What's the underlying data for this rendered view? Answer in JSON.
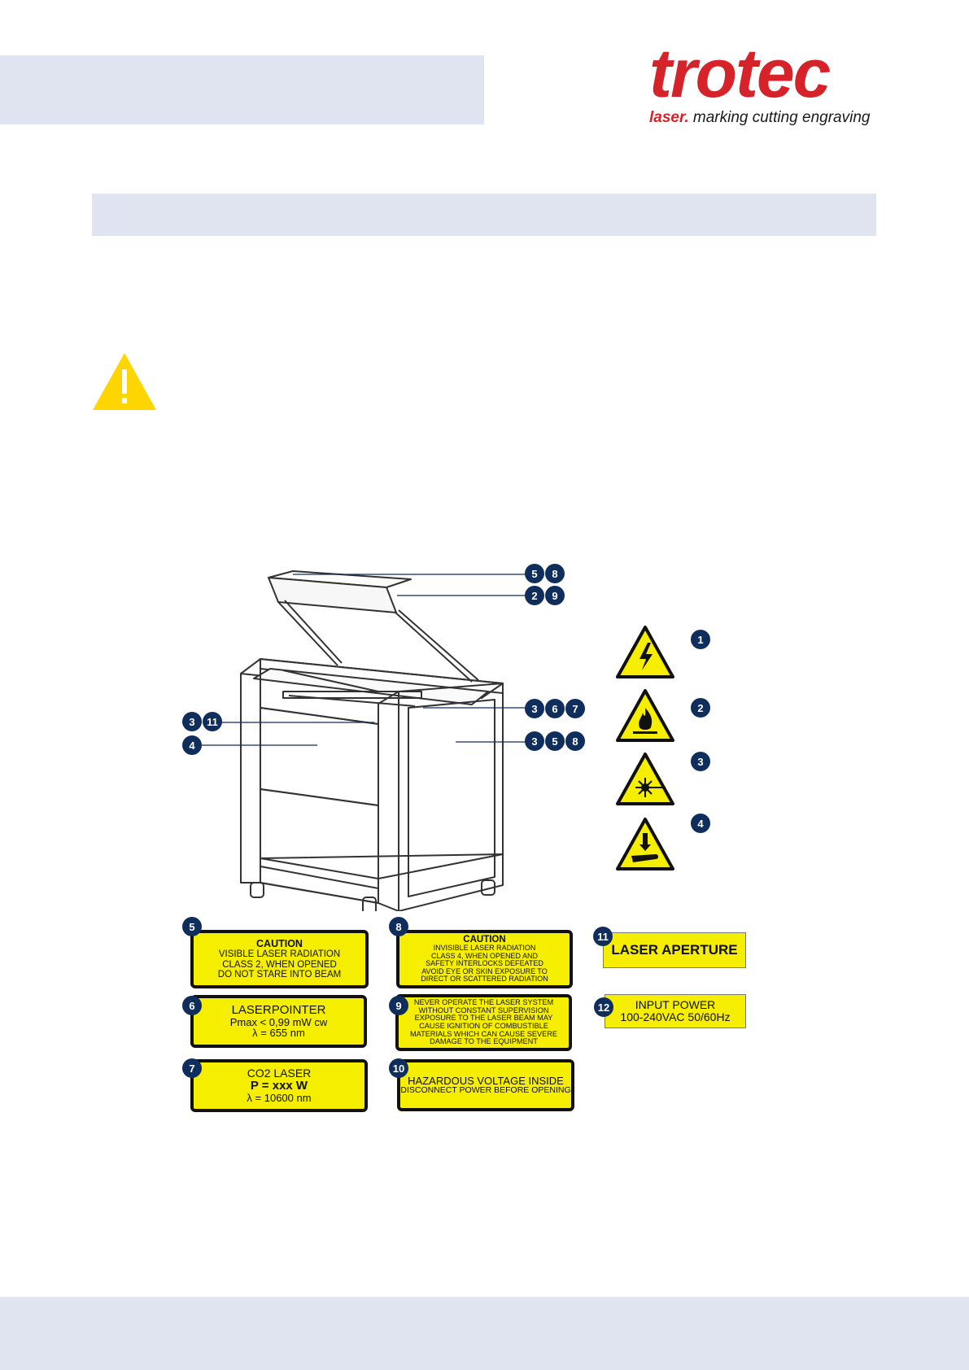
{
  "logo": {
    "word": "trotec",
    "tagline_brand": "laser.",
    "tagline_rest": " marking cutting engraving"
  },
  "callouts": {
    "lid_top": [
      "5",
      "8"
    ],
    "lid_inner": [
      "2",
      "9"
    ],
    "right_top": [
      "3",
      "6",
      "7"
    ],
    "left_top": [
      "3",
      "11"
    ],
    "left_panel": [
      "4"
    ],
    "right_panel": [
      "3",
      "5",
      "8"
    ]
  },
  "hazards": [
    {
      "num": "1",
      "icon": "electric-shock-warning-icon"
    },
    {
      "num": "2",
      "icon": "fire-hazard-warning-icon"
    },
    {
      "num": "3",
      "icon": "laser-radiation-warning-icon"
    },
    {
      "num": "4",
      "icon": "hand-crush-warning-icon"
    }
  ],
  "labels": {
    "l5": {
      "num": "5",
      "lines": [
        "CAUTION",
        "VISIBLE LASER RADIATION",
        "CLASS 2, WHEN OPENED",
        "DO NOT STARE INTO BEAM"
      ]
    },
    "l6": {
      "num": "6",
      "lines": [
        "LASERPOINTER",
        "Pmax < 0,99 mW cw",
        "λ = 655 nm"
      ]
    },
    "l7": {
      "num": "7",
      "lines": [
        "CO2 LASER",
        "P = xxx W",
        "λ = 10600 nm"
      ]
    },
    "l8": {
      "num": "8",
      "lines": [
        "CAUTION",
        "INVISIBLE LASER RADIATION",
        "CLASS 4, WHEN OPENED AND",
        "SAFETY INTERLOCKS DEFEATED",
        "AVOID EYE OR SKIN EXPOSURE TO",
        "DIRECT OR SCATTERED RADIATION"
      ]
    },
    "l9": {
      "num": "9",
      "lines": [
        "NEVER OPERATE THE LASER SYSTEM",
        "WITHOUT CONSTANT SUPERVISION",
        "EXPOSURE TO THE LASER BEAM MAY",
        "CAUSE IGNITION OF COMBUSTIBLE",
        "MATERIALS WHICH CAN CAUSE SEVERE",
        "DAMAGE TO THE EQUIPMENT"
      ]
    },
    "l10": {
      "num": "10",
      "lines": [
        "HAZARDOUS VOLTAGE INSIDE",
        "DISCONNECT POWER BEFORE OPENING"
      ]
    },
    "l11": {
      "num": "11",
      "lines": [
        "LASER APERTURE"
      ]
    },
    "l12": {
      "num": "12",
      "lines": [
        "INPUT POWER",
        "100-240VAC 50/60Hz"
      ]
    }
  },
  "colors": {
    "brand_red": "#d6232a",
    "band": "#dfe4f0",
    "badge": "#0f2e5c",
    "sign_yellow": "#f5ee00",
    "warning_yellow": "#ffd500"
  }
}
